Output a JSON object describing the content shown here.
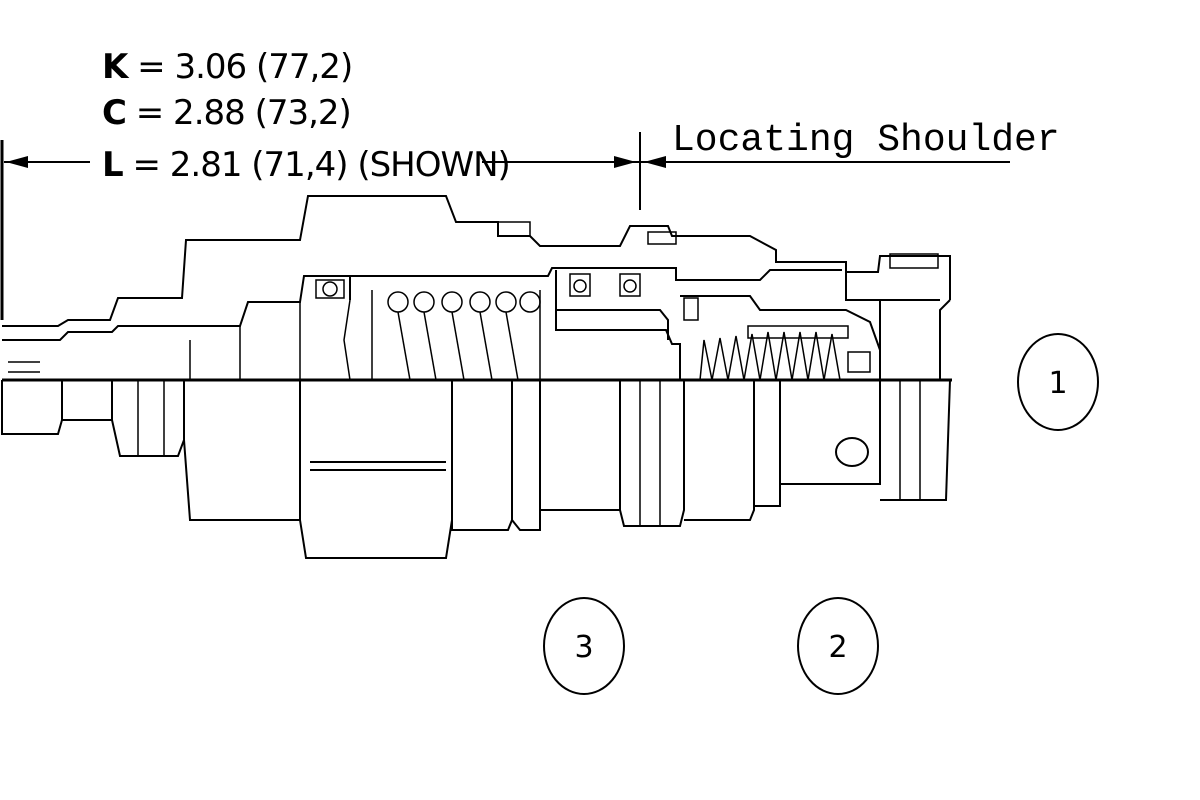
{
  "dimensions": [
    {
      "letter": "K",
      "value": " = 3.06 (77,2)"
    },
    {
      "letter": "C",
      "value": " = 2.88 (73,2)"
    },
    {
      "letter": "L",
      "value": " = 2.81 (71,4) (SHOWN)"
    }
  ],
  "callout": "Locating Shoulder",
  "ports": [
    "1",
    "3",
    "2"
  ]
}
